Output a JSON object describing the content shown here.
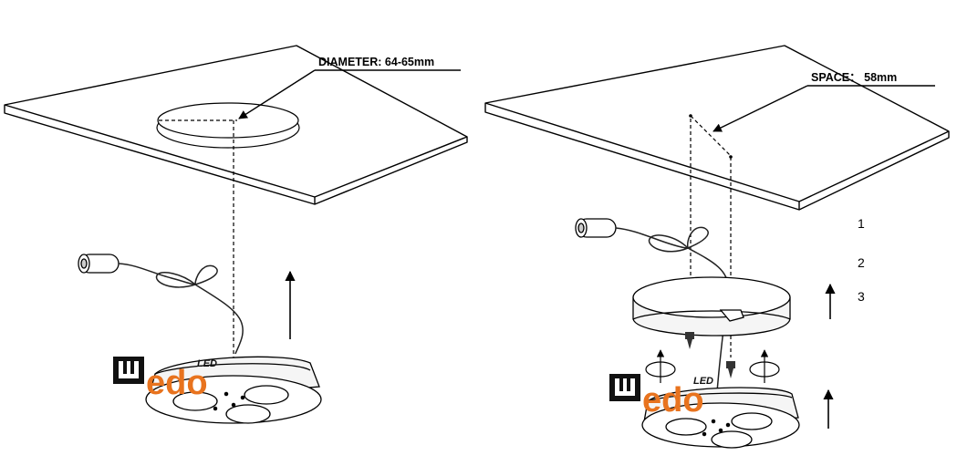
{
  "left_panel": {
    "annotation": "DIAMETER: 64-65mm",
    "logo": {
      "letters": "edo",
      "superscript": "LED"
    }
  },
  "right_panel": {
    "annotation": "SPACE： 58mm",
    "steps": [
      "1",
      "2",
      "3"
    ],
    "logo": {
      "letters": "edo",
      "superscript": "LED"
    }
  },
  "colors": {
    "line": "#000000",
    "logo_orange": "#e8731e",
    "logo_black": "#111111",
    "fixture_fill": "#f2f2f2"
  },
  "icons": [
    "arrow-up-icon",
    "rotate-arrow-icon",
    "screw-icon",
    "connector-plug-icon"
  ]
}
